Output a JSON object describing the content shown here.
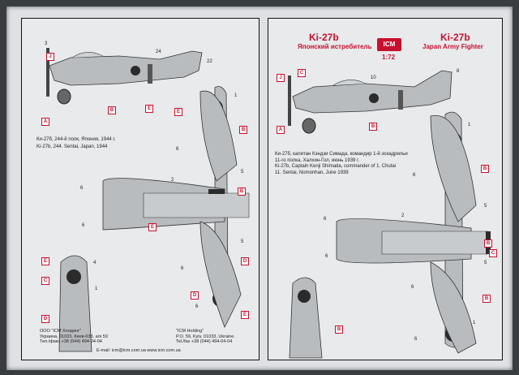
{
  "left": {
    "caption_ru": "Ки-27б, 244-й полк, Япония, 1944 г.",
    "caption_en": "Ki-27b, 244. Sentai, Japan, 1944",
    "footer_left": [
      "ООО \"ICM Холдинг\"",
      "Украина, 01033, Киев-033, а/я 59",
      "Тел./факс +38 (044) 494-04-04"
    ],
    "footer_right": [
      "\"ICM Holding\"",
      "P.O. 59, Kyiv, 01033, Ukraine.",
      "Tel./fax +38 (044) 494-04-04"
    ],
    "email": "E-mail: icm@icm.com.ua www.icm.com.ua",
    "callouts": {
      "n3": "3",
      "n24": "24",
      "n22": "22",
      "n1a": "1",
      "n6a": "6",
      "n2": "2",
      "n5a": "5",
      "n6b": "6",
      "n6c": "6",
      "n5b": "5",
      "n6d": "6",
      "n4": "4",
      "n1b": "1",
      "n6e": "6"
    },
    "letters": {
      "J": "J",
      "A": "A",
      "B1": "B",
      "E1": "E",
      "E2": "E",
      "B2": "B",
      "B3": "B",
      "E3": "E",
      "D1": "D",
      "E4": "E",
      "C": "C",
      "D2": "D",
      "D3": "D",
      "E5": "E"
    }
  },
  "right": {
    "title_ru_top": "Ki-27b",
    "title_ru": "Японский истребитель",
    "logo": "ICM",
    "scale": "1:72",
    "title_en_top": "Ki-27b",
    "title_en": "Japan Army Fighter",
    "caption": [
      "Ки-27б, капитан Кэндзи Симада, командир 1-й эскадрильи",
      "11-го полка, Халхин-Гол, июнь 1939 г.",
      "Ki-27b, Captain Kenji Shimada, commander of 1. Chutai",
      "11. Sentai, Nomonhan, June 1939"
    ],
    "callouts": {
      "n8": "8",
      "n10": "10",
      "n1a": "1",
      "n6a": "6",
      "n2": "2",
      "n5a": "5",
      "n6b": "6",
      "n6c": "6",
      "n5b": "5",
      "n6d": "6",
      "n1b": "1",
      "n6e": "6"
    },
    "letters": {
      "J": "J",
      "C1": "C",
      "A": "A",
      "B1": "B",
      "B2": "B",
      "B3": "B",
      "C2": "C",
      "B4": "B",
      "B5": "B"
    }
  },
  "colors": {
    "marking_red": "#c8102e",
    "airframe_grey": "#b9bcbf",
    "hinomaru": "#2b2b2b"
  }
}
